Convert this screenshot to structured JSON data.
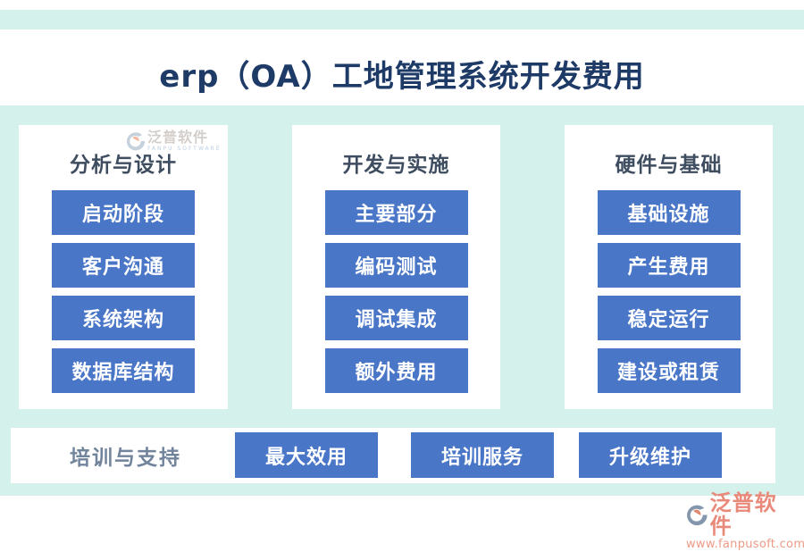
{
  "page": {
    "title": "erp（OA）工地管理系统开发费用"
  },
  "colors": {
    "accent_blue": "#4a76c8",
    "mint": "#d4f1eb",
    "navy": "#1e3a66",
    "header_gray": "#3f4d60",
    "label_slate": "#72849c",
    "salmon": "#e8897a",
    "salmon_light": "#ee9a86"
  },
  "columns": [
    {
      "header": "分析与设计",
      "items": [
        "启动阶段",
        "客户沟通",
        "系统架构",
        "数据库结构"
      ]
    },
    {
      "header": "开发与实施",
      "items": [
        "主要部分",
        "编码测试",
        "调试集成",
        "额外费用"
      ]
    },
    {
      "header": "硬件与基础",
      "items": [
        "基础设施",
        "产生费用",
        "稳定运行",
        "建设或租赁"
      ]
    }
  ],
  "bottom": {
    "label": "培训与支持",
    "buttons": [
      "最大效用",
      "培训服务",
      "升级维护"
    ]
  },
  "watermark": {
    "brand": "泛普软件",
    "subtitle": "FANPU SOFTWARE"
  },
  "footer": {
    "brand": "泛普软件",
    "url": "www.fanpusoft.com"
  }
}
